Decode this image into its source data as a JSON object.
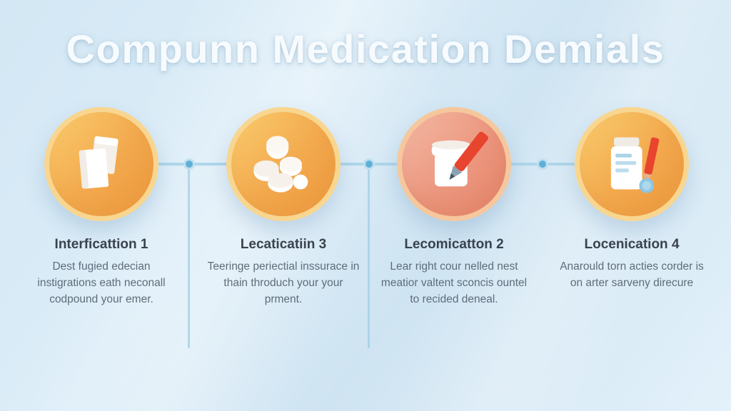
{
  "title": "Compunn Medication Demials",
  "steps": [
    {
      "heading": "Interficattion 1",
      "body": "Dest fugied edecian instigrations eath neconall codpound your emer.",
      "icon": "medication-boxes-icon"
    },
    {
      "heading": "Lecaticatiin 3",
      "body": "Teeringe periectial inssurace in thain throduch your your prment.",
      "icon": "pill-tablets-icon"
    },
    {
      "heading": "Lecomicatton 2",
      "body": "Lear right cour nelled nest meatior valtent sconcis ountel to recided deneal.",
      "icon": "medicine-jar-pencil-icon"
    },
    {
      "heading": "Locenication 4",
      "body": "Anarould torn acties corder is on arter sarveny direcure",
      "icon": "pill-bottle-pencil-icon"
    }
  ],
  "colors": {
    "background_blue": "#d7e9f5",
    "circle_orange": "#f3a94e",
    "circle_ring": "#f8d690",
    "circle_salmon": "#ec977f",
    "connector_blue": "#aed6ea",
    "dot_blue": "#5fb0d8",
    "pencil_red": "#e8452f",
    "heading_text": "#39434e",
    "body_text": "#5e6d7a"
  }
}
